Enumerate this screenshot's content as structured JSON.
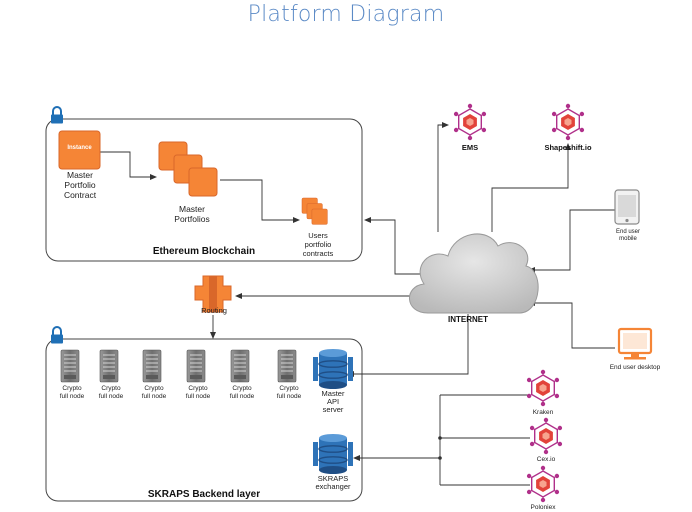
{
  "title": "Platform Diagram",
  "ethereum": {
    "group_label": "Ethereum Blockchain",
    "instance_label": "Instance",
    "master_contract": [
      "Master",
      "Portfolio",
      "Contract"
    ],
    "master_portfolios": [
      "Master",
      "Portfolios"
    ],
    "users_contracts": [
      "Users",
      "portfolio",
      "contracts"
    ]
  },
  "routing": {
    "label": "Routing"
  },
  "backend": {
    "group_label": "SKRAPS Backend layer",
    "nodes": [
      [
        "Crypto",
        "full node"
      ],
      [
        "Crypto",
        "full node"
      ],
      [
        "Crypto",
        "full node"
      ],
      [
        "Crypto",
        "full node"
      ],
      [
        "Crypto",
        "full node"
      ],
      [
        "Crypto",
        "full node"
      ]
    ],
    "master_api": [
      "Master",
      "API",
      "server"
    ],
    "exchanger": [
      "SKRAPS",
      "exchanger"
    ]
  },
  "internet": {
    "label": "INTERNET"
  },
  "services": {
    "ems": "EMS",
    "shapeshift": "Shapeshift.io"
  },
  "clients": {
    "mobile": [
      "End user",
      "mobile"
    ],
    "desktop": "End user desktop"
  },
  "exchanges": {
    "kraken": "Kraken",
    "cex": "Cex.io",
    "poloniex": "Poloniex"
  },
  "colors": {
    "title": "#5b8ac6",
    "aws_orange": "#f58536",
    "aws_orange_dark": "#d9672a",
    "dynamo_blue": "#2e73b8",
    "dynamo_blue_dark": "#1f4e85",
    "server_gray": "#7d7d7d",
    "hex_purple": "#b0308a",
    "hex_red": "#e2433a",
    "cloud_gray": "#cfcfcf"
  },
  "icons": {
    "lock": "lock-icon",
    "instance": "aws-instance-icon",
    "stack": "aws-stack-icon",
    "server": "server-rack-icon",
    "database": "dynamodb-icon",
    "routing": "route53-icon",
    "cloud": "cloud-icon",
    "network": "hex-network-icon",
    "mobile": "mobile-phone-icon",
    "desktop": "desktop-monitor-icon"
  }
}
